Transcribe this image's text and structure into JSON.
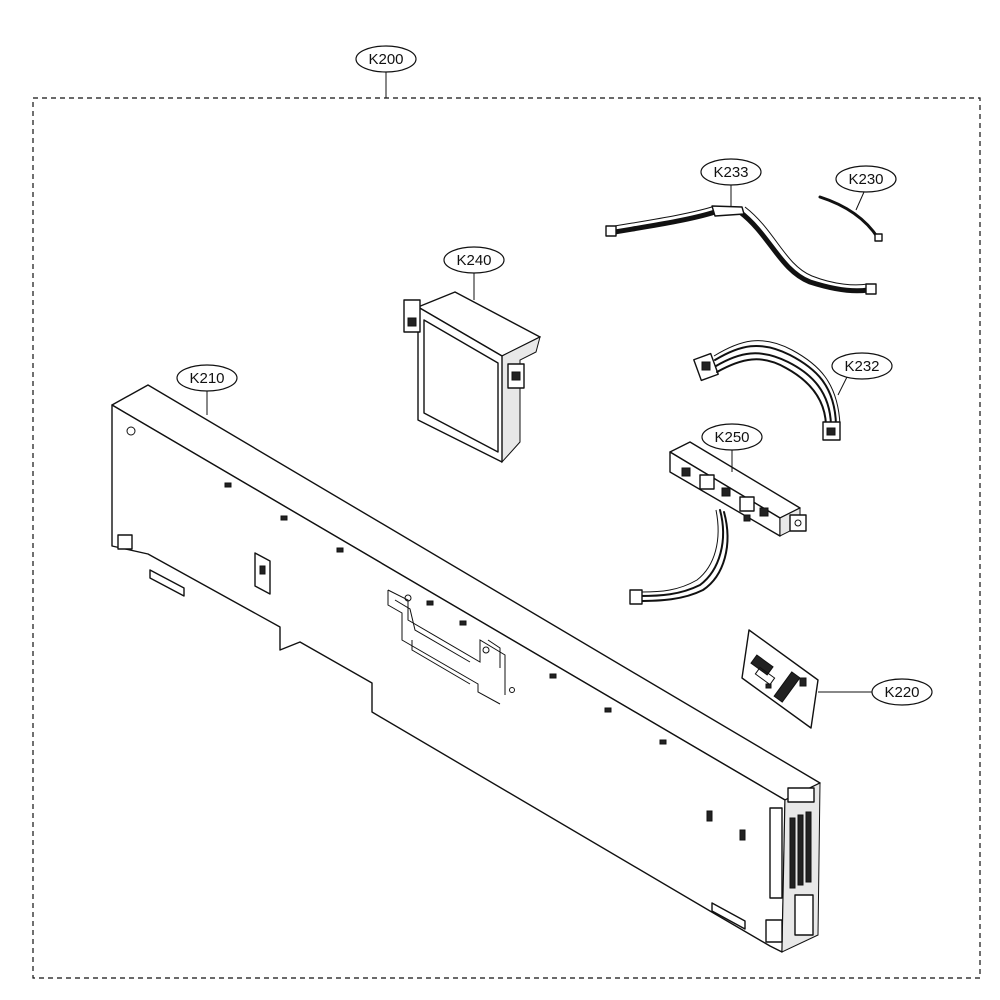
{
  "diagram": {
    "callouts": {
      "k200": "K200",
      "k210": "K210",
      "k220": "K220",
      "k230": "K230",
      "k232": "K232",
      "k233": "K233",
      "k240": "K240",
      "k250": "K250"
    },
    "colors": {
      "line": "#111111",
      "background": "#ffffff",
      "shade": "#e8e8e8"
    }
  }
}
